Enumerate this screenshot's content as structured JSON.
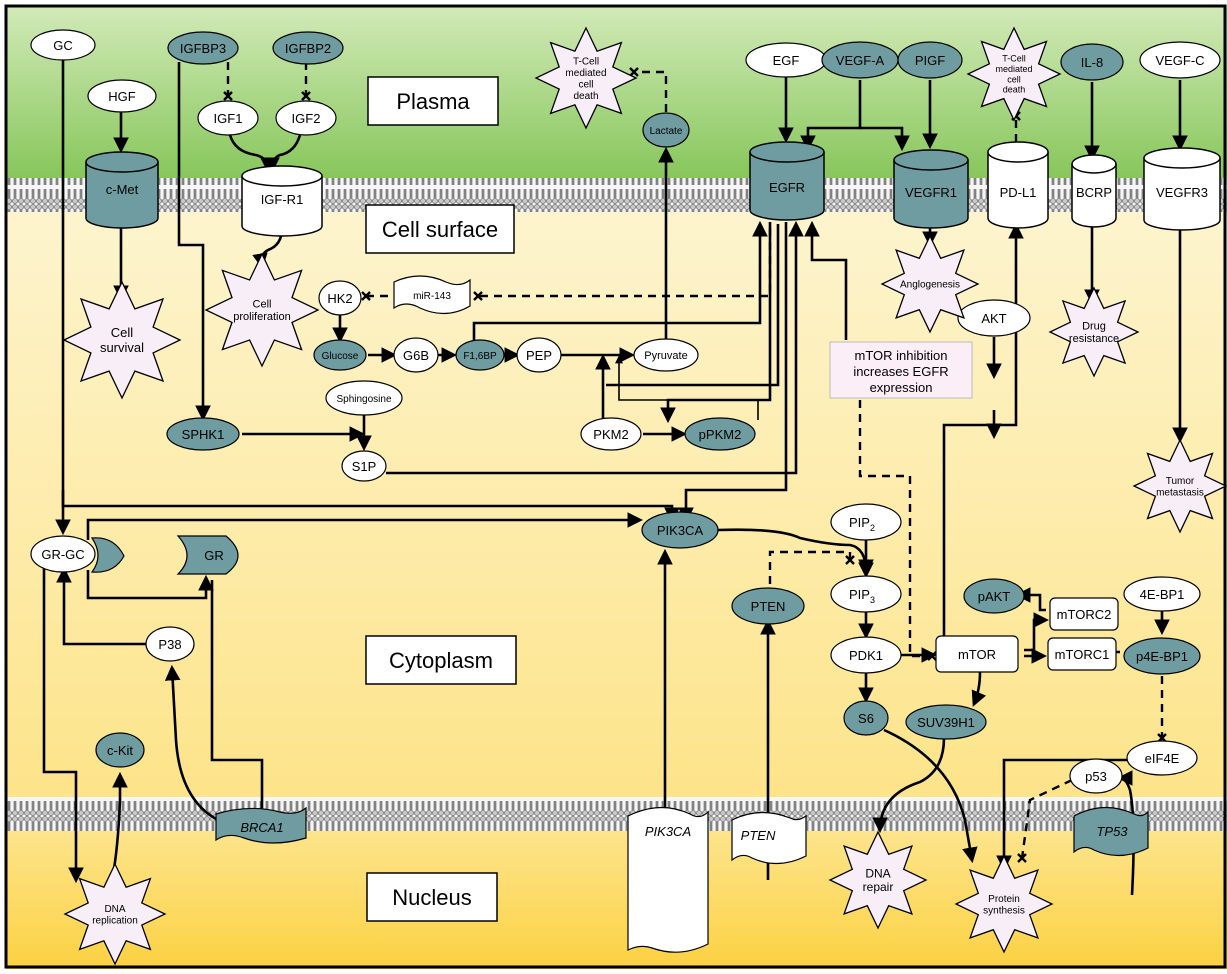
{
  "compartments": {
    "plasma": "Plasma",
    "cell_surface": "Cell surface",
    "cytoplasm": "Cytoplasm",
    "nucleus": "Nucleus"
  },
  "molecules": {
    "gc": "GC",
    "hgf": "HGF",
    "igfbp3": "IGFBP3",
    "igfbp2": "IGFBP2",
    "igf1": "IGF1",
    "igf2": "IGF2",
    "egf": "EGF",
    "vegf_a": "VEGF-A",
    "pigf": "PIGF",
    "il8": "IL-8",
    "vegf_c": "VEGF-C",
    "lactate": "Lactate",
    "hk2": "HK2",
    "glucose": "Glucose",
    "g6b": "G6B",
    "f16bp": "F1,6BP",
    "pep": "PEP",
    "pyruvate": "Pyruvate",
    "sphingosine": "Sphingosine",
    "sphk1": "SPHK1",
    "s1p": "S1P",
    "pkm2": "PKM2",
    "ppkm2": "pPKM2",
    "pik3ca": "PIK3CA",
    "pip2": "PIP",
    "pip2_sub": "2",
    "pip3": "PIP",
    "pip3_sub": "3",
    "pten": "PTEN",
    "pdk1": "PDK1",
    "s6": "S6",
    "suv39h1": "SUV39H1",
    "akt": "AKT",
    "pakt": "pAKT",
    "mtor": "mTOR",
    "mtorc2": "mTORC2",
    "mtorc1": "mTORC1",
    "ebp1": "4E-BP1",
    "p4ebp1": "p4E-BP1",
    "eif4e": "eIF4E",
    "p53": "p53",
    "gr_gc": "GR-GC",
    "gr": "GR",
    "p38": "P38",
    "ckit": "c-Kit",
    "mir143": "miR-143"
  },
  "receptors": {
    "cmet": "c-Met",
    "igfr1": "IGF-R1",
    "egfr": "EGFR",
    "vegfr1": "VEGFR1",
    "pdl1": "PD-L1",
    "bcrp": "BCRP",
    "vegfr3": "VEGFR3"
  },
  "genes": {
    "brca1": "BRCA1",
    "pik3ca": "PIK3CA",
    "pten": "PTEN",
    "tp53": "TP53"
  },
  "outcomes": {
    "tcell_left": [
      "T-Cell",
      "mediated",
      "cell",
      "death"
    ],
    "tcell_right": [
      "T-Cell",
      "mediated",
      "cell",
      "death"
    ],
    "cell_survival": [
      "Cell",
      "survival"
    ],
    "cell_proliferation": [
      "Cell",
      "proliferation"
    ],
    "angiogenesis": [
      "Anglogenesis"
    ],
    "drug_resistance": [
      "Drug",
      "resistance"
    ],
    "tumor_metastasis": [
      "Tumor",
      "metastasis"
    ],
    "dna_replication": [
      "DNA",
      "replication"
    ],
    "dna_repair": [
      "DNA",
      "repair"
    ],
    "protein_synthesis": [
      "Protein",
      "synthesis"
    ]
  },
  "note": {
    "lines": [
      "mTOR inhibition",
      "increases EGFR",
      "expression"
    ]
  },
  "colors": {
    "teal": "#6f9ca0",
    "plasma_top": "#cfe8b4",
    "plasma_bottom": "#8fcb66",
    "cyto_top": "#fdf3c8",
    "cyto_bottom": "#fde58a",
    "nucleus_top": "#fde89a",
    "nucleus_bottom": "#fcd34a",
    "outcome_fill": "#f7eef7"
  }
}
